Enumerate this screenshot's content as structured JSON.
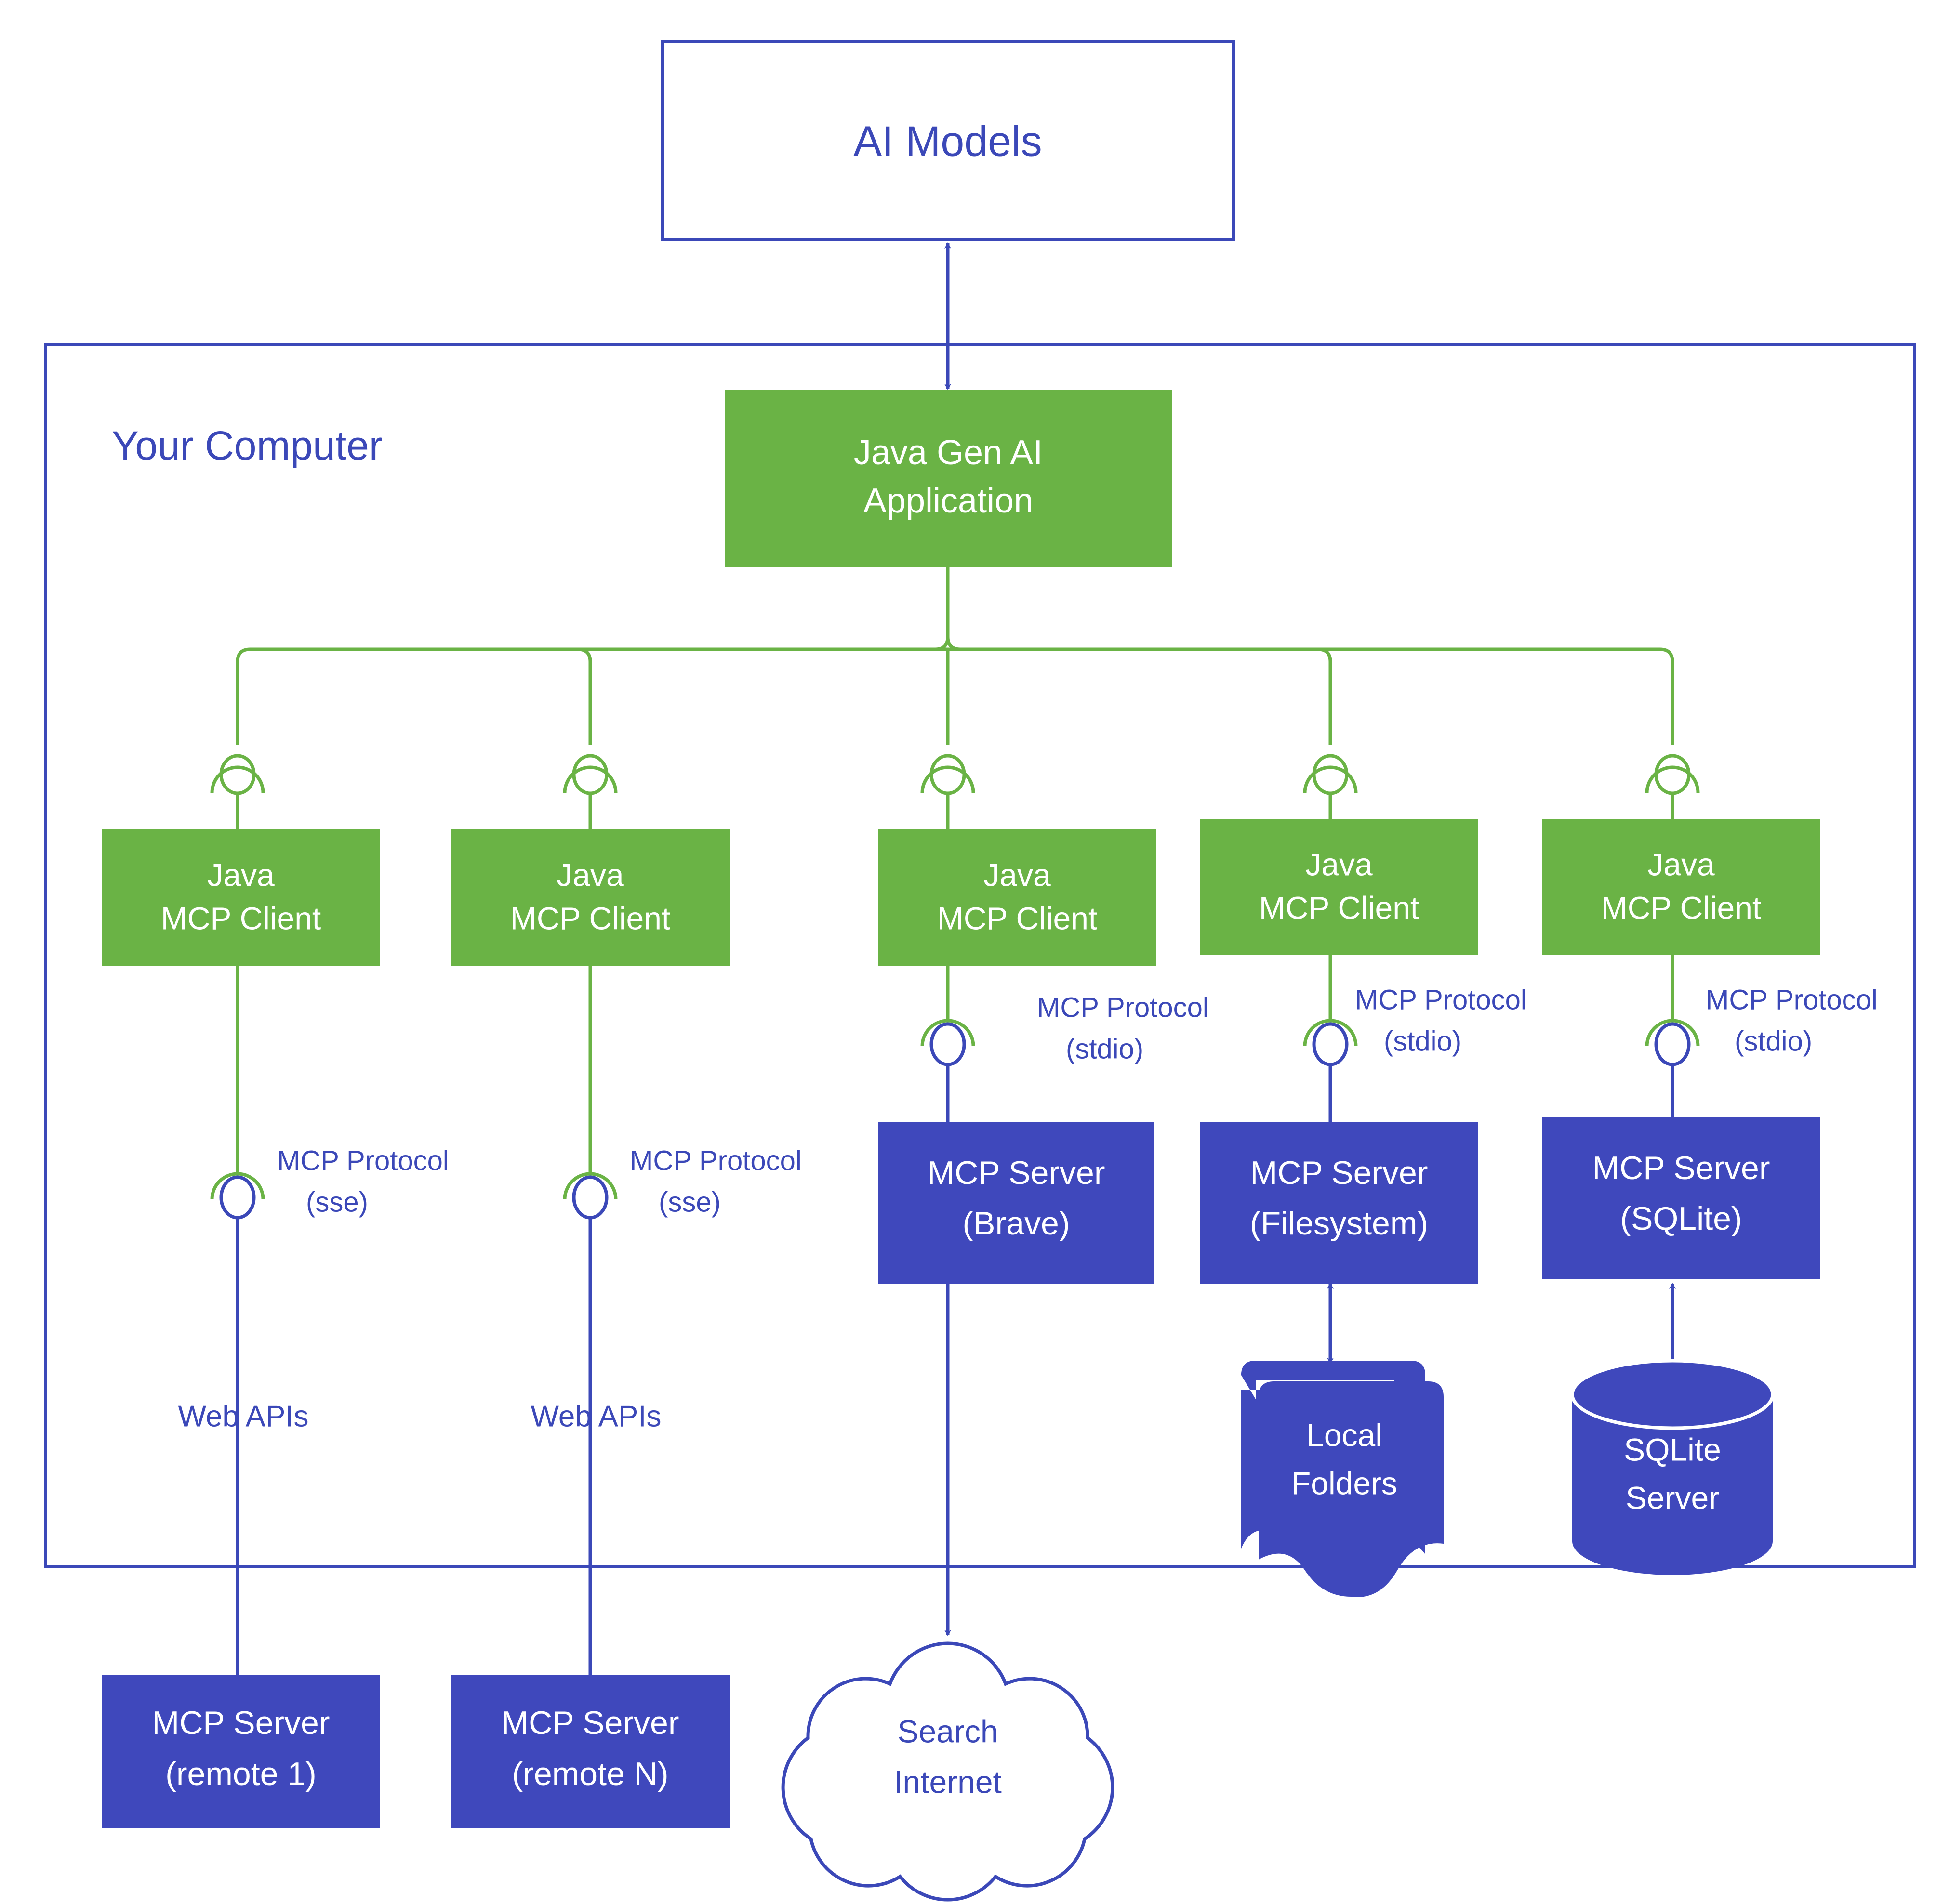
{
  "diagram": {
    "title": "Java Gen AI / MCP Architecture",
    "colors": {
      "green_fill": "#6ab345",
      "blue_fill": "#3f48bc",
      "blue_stroke": "#3b48b8",
      "green_stroke": "#6ab345",
      "white": "#ffffff",
      "background": "#ffffff"
    }
  },
  "ai_models": {
    "label": "AI Models"
  },
  "computer_boundary": {
    "label": "Your Computer"
  },
  "application": {
    "line1": "Java Gen AI",
    "line2": "Application"
  },
  "clients": [
    {
      "id": "client-1",
      "line1": "Java",
      "line2": "MCP Client"
    },
    {
      "id": "client-2",
      "line1": "Java",
      "line2": "MCP Client"
    },
    {
      "id": "client-3",
      "line1": "Java",
      "line2": "MCP Client"
    },
    {
      "id": "client-4",
      "line1": "Java",
      "line2": "MCP Client"
    },
    {
      "id": "client-5",
      "line1": "Java",
      "line2": "MCP Client"
    }
  ],
  "protocol_labels": [
    {
      "id": "protocol-sse-1",
      "line1": "MCP Protocol",
      "line2": "(sse)"
    },
    {
      "id": "protocol-sse-2",
      "line1": "MCP Protocol",
      "line2": "(sse)"
    },
    {
      "id": "protocol-stdio-1",
      "line1": "MCP Protocol",
      "line2": "(stdio)"
    },
    {
      "id": "protocol-stdio-2",
      "line1": "MCP Protocol",
      "line2": "(stdio)"
    },
    {
      "id": "protocol-stdio-3",
      "line1": "MCP Protocol",
      "line2": "(stdio)"
    }
  ],
  "web_api_labels": [
    {
      "id": "web-apis-1",
      "label": "Web APIs"
    },
    {
      "id": "web-apis-2",
      "label": "Web APIs"
    }
  ],
  "local_servers": [
    {
      "id": "server-brave",
      "line1": "MCP Server",
      "line2": "(Brave)"
    },
    {
      "id": "server-filesystem",
      "line1": "MCP Server",
      "line2": "(Filesystem)"
    },
    {
      "id": "server-sqlite",
      "line1": "MCP Server",
      "line2": "(SQLite)"
    }
  ],
  "remote_servers": [
    {
      "id": "server-remote-1",
      "line1": "MCP Server",
      "line2": "(remote 1)"
    },
    {
      "id": "server-remote-n",
      "line1": "MCP Server",
      "line2": "(remote N)"
    }
  ],
  "resources": [
    {
      "id": "local-folders",
      "line1": "Local",
      "line2": "Folders",
      "icon": "folder-stack-icon"
    },
    {
      "id": "sqlite-server",
      "line1": "SQLite",
      "line2": "Server",
      "icon": "database-cylinder-icon"
    },
    {
      "id": "search-internet",
      "line1": "Search",
      "line2": "Internet",
      "icon": "cloud-icon"
    }
  ]
}
